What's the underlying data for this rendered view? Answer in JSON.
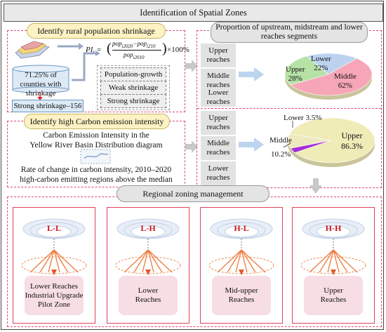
{
  "title": "Identification of Spatial Zones",
  "shrinkage": {
    "heading": "Identify rural population shrinkage",
    "formula_lhs": "PI",
    "formula_sub": "i",
    "formula_num": "pop",
    "formula_num_sub1": "i2020",
    "formula_minus": "−pop",
    "formula_num_sub2": "i210",
    "formula_den": "pop",
    "formula_den_sub": "i2010",
    "formula_tail": "×100%",
    "percent_text": "71.25% of counties with shrinkage",
    "strong_count": "Strong shrinkage–156",
    "categories": [
      "Population-growth",
      "Weak shrinkage",
      "Strong shrinkage"
    ]
  },
  "carbon": {
    "heading": "Identify high Carbon emission intensity",
    "line1": "Carbon Emission Intensity in the",
    "line2": "Yellow River Basin Distribution diagram",
    "line3": "Rate of change in carbon intensity, 2010–2020",
    "line4": "high-carbon emitting regions above the median"
  },
  "proportion": {
    "heading": "Proportion of upstream, midstream and lower reaches segments",
    "segments_top": [
      "Upper reaches",
      "Middle reaches",
      "Lower reaches"
    ],
    "segments_bottom": [
      "Upper reaches",
      "Middle reaches",
      "Lower reaches"
    ]
  },
  "chart_data": [
    {
      "type": "pie",
      "categories": [
        "Upper",
        "Lower",
        "Middle"
      ],
      "values": [
        28,
        22,
        62
      ],
      "labels": [
        "Upper 28%",
        "Lower 22%",
        "Middle 62%"
      ]
    },
    {
      "type": "pie",
      "categories": [
        "Upper",
        "Lower",
        "Middle"
      ],
      "values": [
        86.3,
        3.5,
        10.2
      ],
      "labels": [
        "Upper 86.3%",
        "Lower 3.5%",
        "Middle 10.2%"
      ]
    }
  ],
  "pie1_labels": {
    "upper": "Upper",
    "upper_val": "28%",
    "lower": "Lower",
    "lower_val": "22%",
    "middle": "Middle",
    "middle_val": "62%"
  },
  "pie2_labels": {
    "upper": "Upper",
    "upper_val": "86.3%",
    "lower": "Lower 3.5%",
    "middle": "Middle",
    "middle_val": "10.2%"
  },
  "regional": {
    "heading": "Regional zoning management",
    "zones": [
      {
        "code": "L-L",
        "label": "Lower Reaches\nIndustrial  Upgrade\nPilot Zone"
      },
      {
        "code": "L-H",
        "label": "Lower\nReaches"
      },
      {
        "code": "H-L",
        "label": "Mid-upper\nReaches"
      },
      {
        "code": "H-H",
        "label": "Upper\nReaches"
      }
    ]
  },
  "colors": {
    "accent_pink": "#e0457b",
    "zone_red": "#e0425a",
    "pie_green": "#b6e2a6",
    "pie_blue": "#bcd2ef",
    "pie_pink": "#f6a6b7",
    "pie_yellow": "#f0ecb8",
    "pie_purple": "#a42fd6"
  }
}
